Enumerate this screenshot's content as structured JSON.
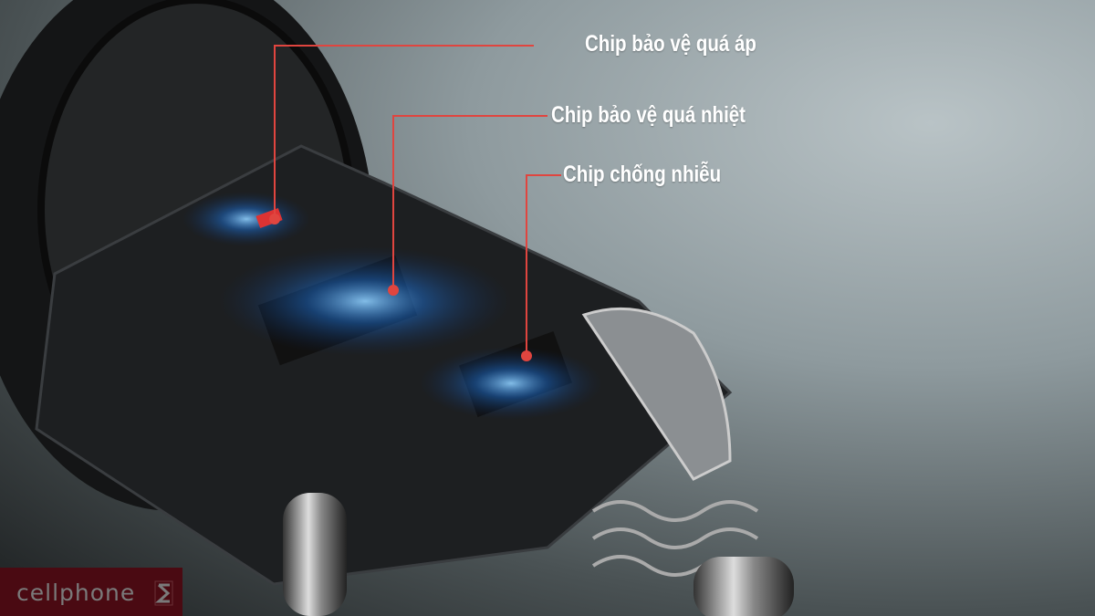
{
  "callouts": [
    {
      "label": "Chip bảo vệ quá áp"
    },
    {
      "label": "Chip bảo vệ quá nhiệt"
    },
    {
      "label": "Chip chống nhiễu"
    }
  ],
  "colors": {
    "leader_line": "#e0453f",
    "label": "#ffffff",
    "logo_bg": "#4a0a12",
    "logo_text": "#7a7a7a"
  },
  "logo": {
    "text": "cellphone S"
  }
}
